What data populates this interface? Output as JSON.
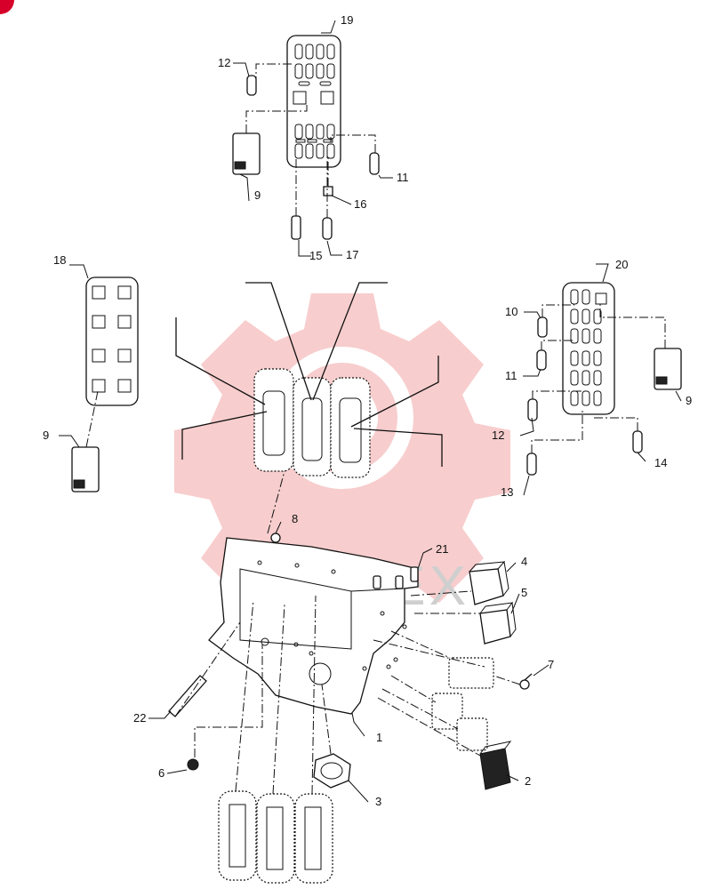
{
  "watermark": {
    "text": "ИНТЕХ",
    "color": "#f7c8c8"
  },
  "corner_badge_color": "#d6002a",
  "callouts": [
    "1",
    "2",
    "3",
    "4",
    "5",
    "6",
    "7",
    "8",
    "9",
    "9",
    "9",
    "10",
    "11",
    "11",
    "12",
    "12",
    "13",
    "14",
    "15",
    "16",
    "17",
    "18",
    "19",
    "20",
    "21",
    "22"
  ]
}
